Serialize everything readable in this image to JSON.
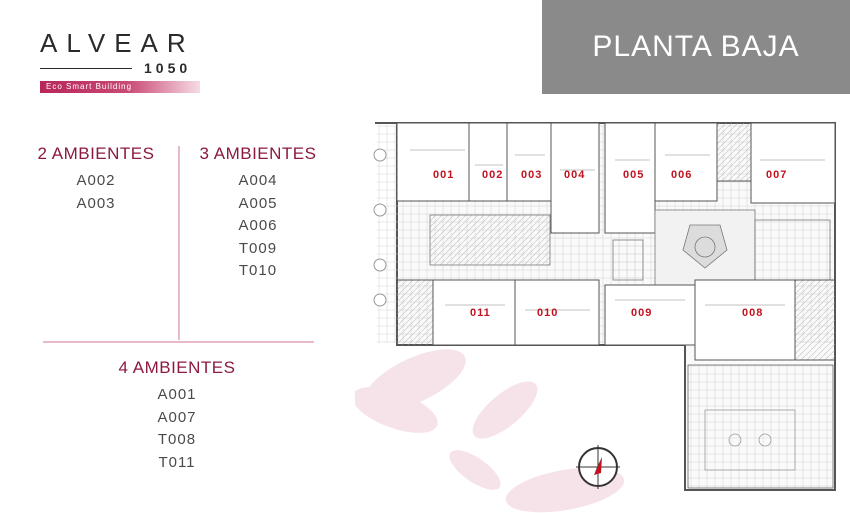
{
  "logo": {
    "name": "ALVEAR",
    "number": "1050",
    "tagline": "Eco Smart Building"
  },
  "banner": {
    "title": "PLANTA BAJA"
  },
  "groups": [
    {
      "title": "2 AMBIENTES",
      "units": [
        "A002",
        "A003"
      ]
    },
    {
      "title": "3 AMBIENTES",
      "units": [
        "A004",
        "A005",
        "A006",
        "T009",
        "T010"
      ]
    },
    {
      "title": "4 AMBIENTES",
      "units": [
        "A001",
        "A007",
        "T008",
        "T011"
      ]
    }
  ],
  "floor_plan": {
    "unit_labels": [
      "001",
      "002",
      "003",
      "004",
      "005",
      "006",
      "007",
      "011",
      "010",
      "009",
      "008"
    ]
  },
  "colors": {
    "accent": "#8b1a3e",
    "banner": "#8a8a8a",
    "unit_label": "#c1121f",
    "divider": "#e8b9c8"
  },
  "icons": {
    "compass": "compass-icon"
  }
}
